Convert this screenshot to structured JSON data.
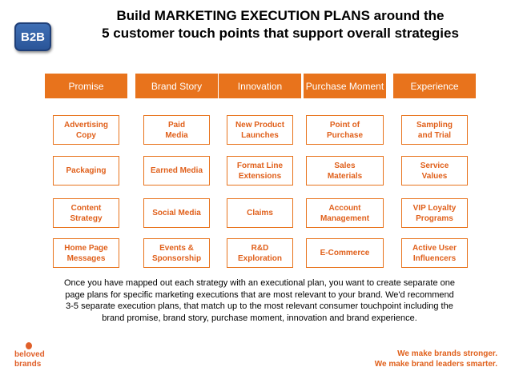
{
  "badge": "B2B",
  "title": {
    "line1": "Build MARKETING EXECUTION PLANS around the",
    "line2": "5 customer touch points that support overall strategies"
  },
  "columns": [
    {
      "header": "Promise",
      "items": [
        [
          "Advertising",
          "Copy"
        ],
        [
          "Packaging"
        ],
        [
          "Content",
          "Strategy"
        ],
        [
          "Home Page",
          "Messages"
        ]
      ]
    },
    {
      "header": "Brand Story",
      "items": [
        [
          "Paid",
          "Media"
        ],
        [
          "Earned Media"
        ],
        [
          "Social Media"
        ],
        [
          "Events &",
          "Sponsorship"
        ]
      ]
    },
    {
      "header": "Innovation",
      "items": [
        [
          "New Product",
          "Launches"
        ],
        [
          "Format Line",
          "Extensions"
        ],
        [
          "Claims"
        ],
        [
          "R&D",
          "Exploration"
        ]
      ]
    },
    {
      "header": "Purchase Moment",
      "items": [
        [
          "Point of",
          "Purchase"
        ],
        [
          "Sales",
          "Materials"
        ],
        [
          "Account",
          "Management"
        ],
        [
          "E-Commerce"
        ]
      ]
    },
    {
      "header": "Experience",
      "items": [
        [
          "Sampling",
          "and Trial"
        ],
        [
          "Service",
          "Values"
        ],
        [
          "VIP Loyalty",
          "Programs"
        ],
        [
          "Active User",
          "Influencers"
        ]
      ]
    }
  ],
  "paragraph": [
    "Once you have mapped out each strategy with an executional plan, you want to create separate one",
    "page plans for specific marketing executions that are most relevant to your brand. We'd recommend",
    "3-5 separate execution plans, that match up to the most relevant consumer touchpoint including the",
    "brand promise, brand story, purchase moment, innovation and brand experience."
  ],
  "logo": {
    "line1": "beloved",
    "line2": "brands"
  },
  "tagline": {
    "line1": "We make brands stronger.",
    "line2": "We make brand leaders smarter."
  },
  "colors": {
    "accent": "#e8731c",
    "badge": "#2f5fa8",
    "text": "#000000"
  }
}
